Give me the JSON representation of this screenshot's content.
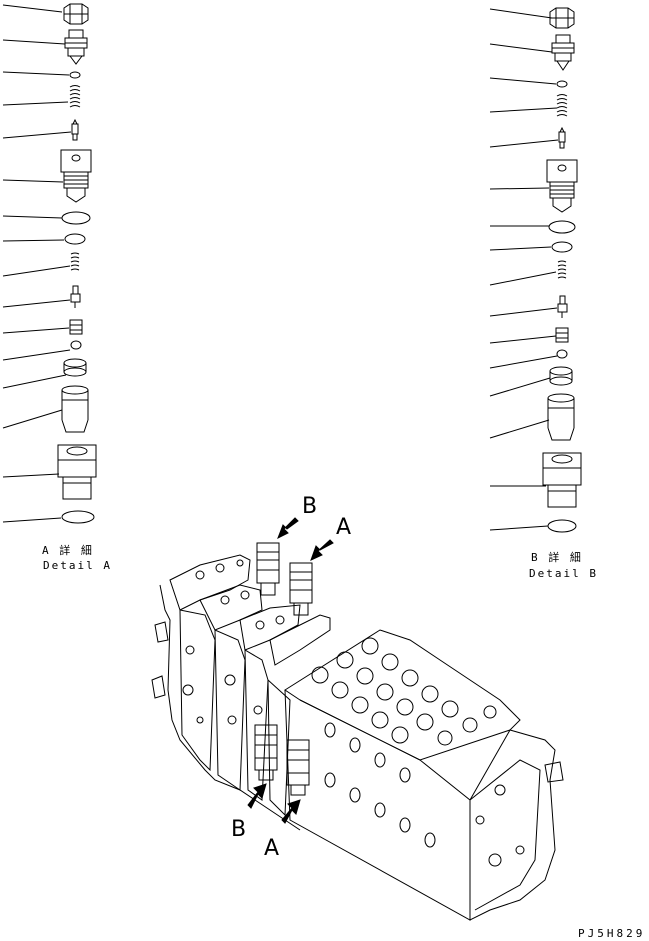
{
  "detail_a": {
    "title_jp": "A 詳 細",
    "title_en": "Detail A"
  },
  "detail_b": {
    "title_jp": "B 詳 細",
    "title_en": "Detail B"
  },
  "view_labels": {
    "a": "A",
    "b": "B"
  },
  "drawing_code": "PJ5H829",
  "leader_count_a": 16,
  "leader_count_b": 16
}
